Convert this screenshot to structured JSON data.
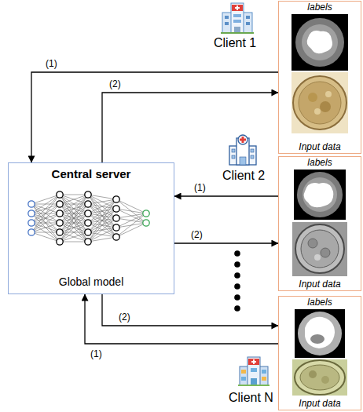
{
  "diagram": {
    "nodes": [
      {
        "text": [
          "Central server",
          "Global model"
        ]
      },
      {
        "text": [
          "labels",
          "Input data"
        ]
      },
      {
        "text": [
          "labels",
          "Input data"
        ]
      },
      {
        "text": [
          "labels",
          "Input data"
        ]
      }
    ],
    "edges": [
      {
        "from": 1,
        "to": 0,
        "label": "(1)",
        "arrow": "to"
      },
      {
        "from": 0,
        "to": 1,
        "label": "(2)",
        "arrow": "to"
      },
      {
        "from": 2,
        "to": 0,
        "label": "(1)",
        "arrow": "to"
      },
      {
        "from": 0,
        "to": 2,
        "label": "(2)",
        "arrow": "to"
      },
      {
        "from": 3,
        "to": 0,
        "label": "(1)",
        "arrow": "to"
      },
      {
        "from": 0,
        "to": 3,
        "label": "(2)",
        "arrow": "to"
      }
    ],
    "labels": [
      "Client 1",
      "Client 2",
      "Client N"
    ]
  }
}
